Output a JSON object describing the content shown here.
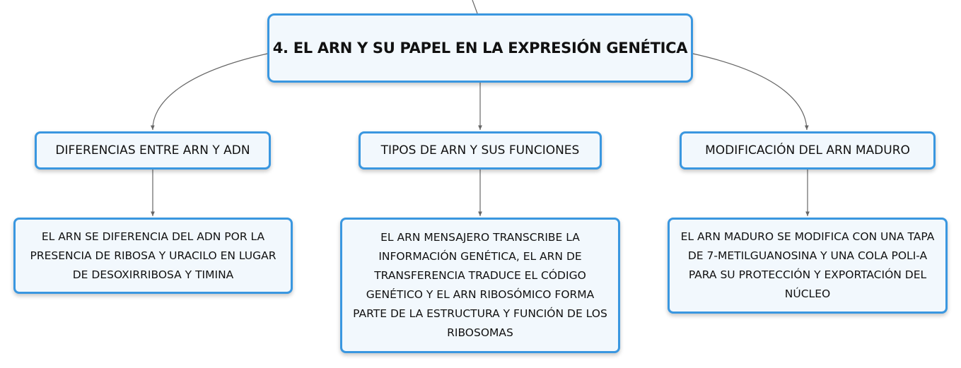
{
  "root": {
    "title": "4. EL ARN Y SU PAPEL EN LA EXPRESIÓN GENÉTICA"
  },
  "topics": [
    {
      "label": "DIFERENCIAS ENTRE ARN Y ADN",
      "detail": "EL ARN SE DIFERENCIA DEL ADN POR LA PRESENCIA DE RIBOSA Y URACILO EN LUGAR DE DESOXIRRIBOSA Y TIMINA"
    },
    {
      "label": "TIPOS DE ARN Y SUS FUNCIONES",
      "detail": "EL ARN MENSAJERO TRANSCRIBE LA INFORMACIÓN GENÉTICA, EL ARN DE TRANSFERENCIA TRADUCE EL CÓDIGO GENÉTICO Y EL ARN RIBOSÓMICO FORMA PARTE DE LA ESTRUCTURA Y FUNCIÓN DE LOS RIBOSOMAS"
    },
    {
      "label": "MODIFICACIÓN DEL ARN MADURO",
      "detail": "EL ARN MADURO SE MODIFICA CON UNA TAPA DE 7-METILGUANOSINA Y UNA COLA POLI-A PARA SU PROTECCIÓN Y EXPORTACIÓN DEL NÚCLEO"
    }
  ],
  "colors": {
    "node_border": "#3a97e0",
    "node_fill": "#f2f8fd",
    "connector": "#666666",
    "text": "#111111"
  }
}
